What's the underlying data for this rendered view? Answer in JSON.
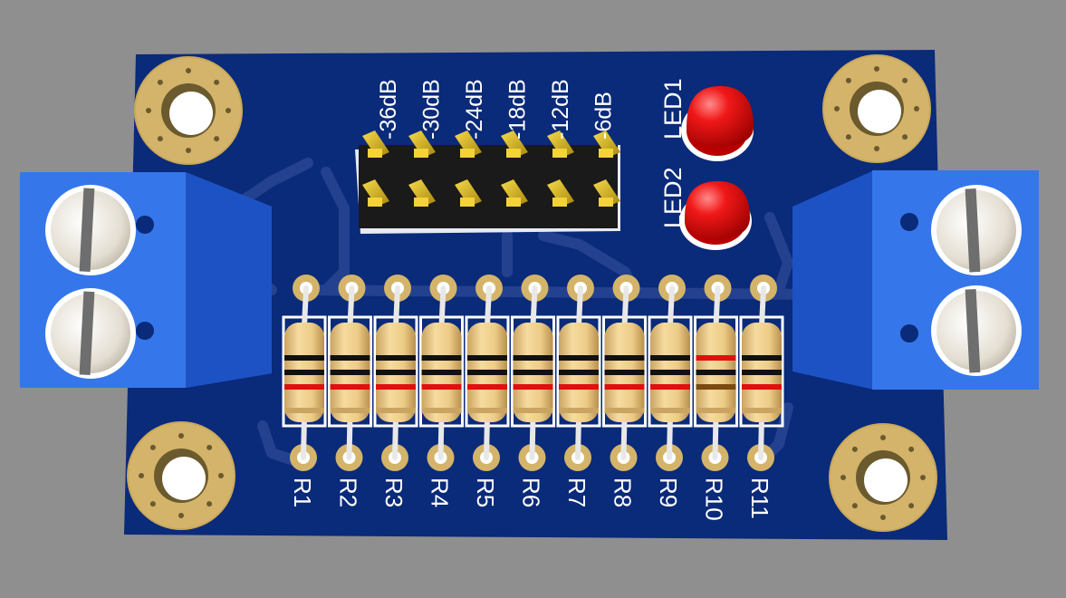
{
  "board": {
    "colors": {
      "background": "#8f8f8f",
      "substrate": "#0a2a7a",
      "copper_trace": "#24418f",
      "gold_pad": "#c9a85a",
      "terminal_block": "#2f6fe0",
      "screw": "#e8e2d6",
      "led": "#e61010",
      "header_pin": "#d6b016",
      "header_body": "#1a1a1a",
      "resistor_body": "#f0cf8a",
      "silkscreen": "#ffffff"
    },
    "header_labels": [
      "-36dB",
      "-30dB",
      "-24dB",
      "-18dB",
      "-12dB",
      "-6dB"
    ],
    "leds": [
      {
        "ref": "LED1"
      },
      {
        "ref": "LED2"
      }
    ],
    "resistors": [
      {
        "ref": "R1"
      },
      {
        "ref": "R2"
      },
      {
        "ref": "R3"
      },
      {
        "ref": "R4"
      },
      {
        "ref": "R5"
      },
      {
        "ref": "R6"
      },
      {
        "ref": "R7"
      },
      {
        "ref": "R8"
      },
      {
        "ref": "R9"
      },
      {
        "ref": "R10"
      },
      {
        "ref": "R11"
      }
    ],
    "terminal_blocks": [
      {
        "name": "left-terminal",
        "screws": 2
      },
      {
        "name": "right-terminal",
        "screws": 2
      }
    ],
    "mounting_holes": 4
  }
}
